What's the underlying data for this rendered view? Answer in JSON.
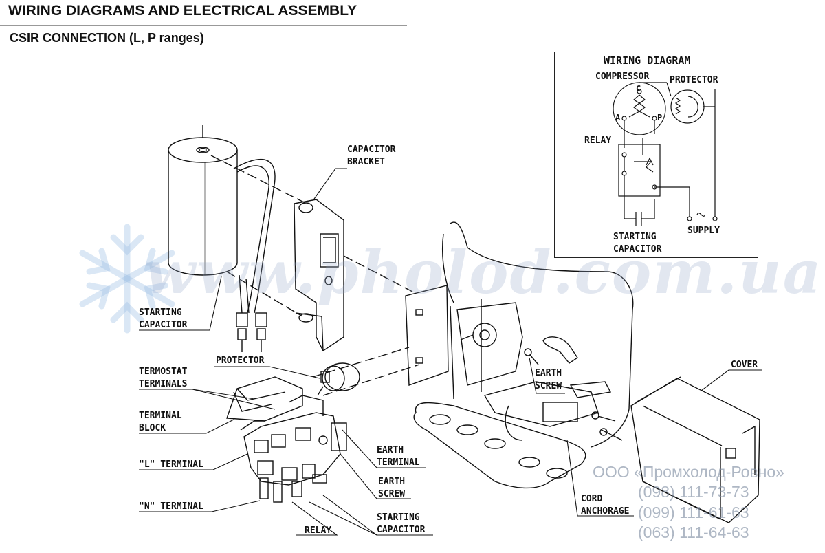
{
  "header": {
    "title": "WIRING DIAGRAMS AND ELECTRICAL ASSEMBLY",
    "subtitle": "CSIR CONNECTION (L, P ranges)"
  },
  "wiring_diagram": {
    "title": "WIRING DIAGRAM",
    "compressor": "COMPRESSOR",
    "protector": "PROTECTOR",
    "relay": "RELAY",
    "pin_c": "C",
    "pin_a": "A",
    "pin_p": "P",
    "starting_capacitor_line1": "STARTING",
    "starting_capacitor_line2": "CAPACITOR",
    "supply": "SUPPLY"
  },
  "labels": {
    "capacitor_bracket_1": "CAPACITOR",
    "capacitor_bracket_2": "BRACKET",
    "starting_capacitor_1": "STARTING",
    "starting_capacitor_2": "CAPACITOR",
    "protector": "PROTECTOR",
    "termostat_terminals_1": "TERMOSTAT",
    "termostat_terminals_2": "TERMINALS",
    "terminal_block_1": "TERMINAL",
    "terminal_block_2": "BLOCK",
    "l_terminal": "\"L\" TERMINAL",
    "n_terminal": "\"N\" TERMINAL",
    "relay": "RELAY",
    "earth_terminal_1": "EARTH",
    "earth_terminal_2": "TERMINAL",
    "earth_screw_1": "EARTH",
    "earth_screw_2": "SCREW",
    "starting_capacitor_b1": "STARTING",
    "starting_capacitor_b2": "CAPACITOR",
    "earth_screw_c1": "EARTH",
    "earth_screw_c2": "SCREW",
    "cord_anchorage_1": "CORD",
    "cord_anchorage_2": "ANCHORAGE",
    "cover": "COVER"
  },
  "watermark": {
    "site": "www.pholod.com.ua",
    "company": "ООО «Промхолод-Ровно»",
    "phone1": "(098) 111-73-73",
    "phone2": "(099) 111-61-63",
    "phone3": "(063) 111-64-63"
  },
  "colors": {
    "ink": "#111111",
    "watermark": "#96aac8",
    "contact": "#8291a5"
  }
}
